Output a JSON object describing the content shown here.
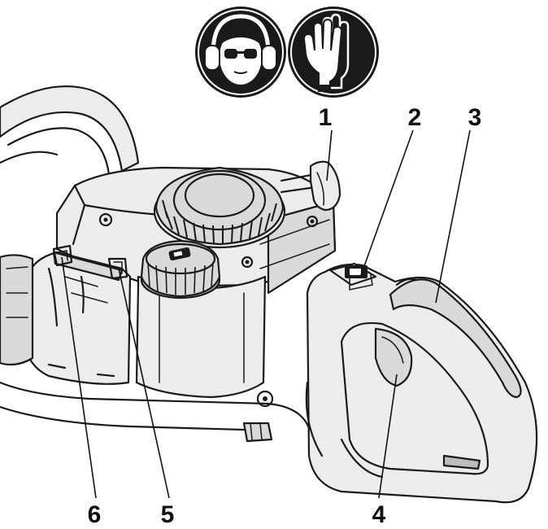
{
  "safety_icons": [
    {
      "icon": "ear-and-eye-protection-icon"
    },
    {
      "icon": "protective-gloves-icon"
    }
  ],
  "callouts": [
    {
      "label": "1"
    },
    {
      "label": "2"
    },
    {
      "label": "3"
    },
    {
      "label": "4"
    },
    {
      "label": "5"
    },
    {
      "label": "6"
    }
  ],
  "colors": {
    "icon_circle": "#1a1a1a",
    "line": "#1a1a1a",
    "body_fill": "#ececec"
  }
}
